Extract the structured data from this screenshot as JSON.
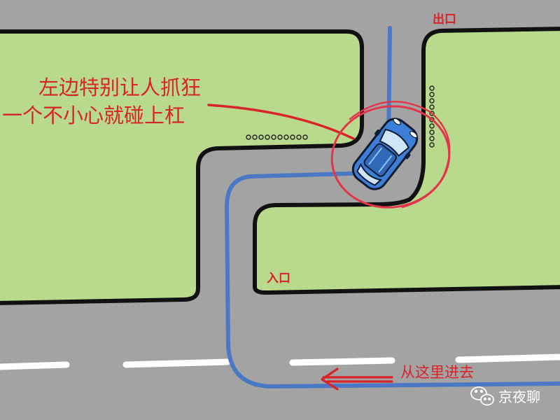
{
  "labels": {
    "warning_line1": "左边特别让人抓狂",
    "warning_line2": "一个不小心就碰上杠",
    "exit": "出口",
    "entrance": "入口",
    "enter_here": "从这里进去"
  },
  "watermark": {
    "text": "京夜聊",
    "icon": "wechat-icon"
  },
  "colors": {
    "road": "#a3a3a3",
    "grass": "#b9d98c",
    "curb": "#111111",
    "route": "#4a78c4",
    "annotation": "#d8232a",
    "car_body": "#3d7fd6",
    "lane_mark": "#ffffff"
  },
  "icons": [
    "car-icon",
    "wechat-icon"
  ]
}
